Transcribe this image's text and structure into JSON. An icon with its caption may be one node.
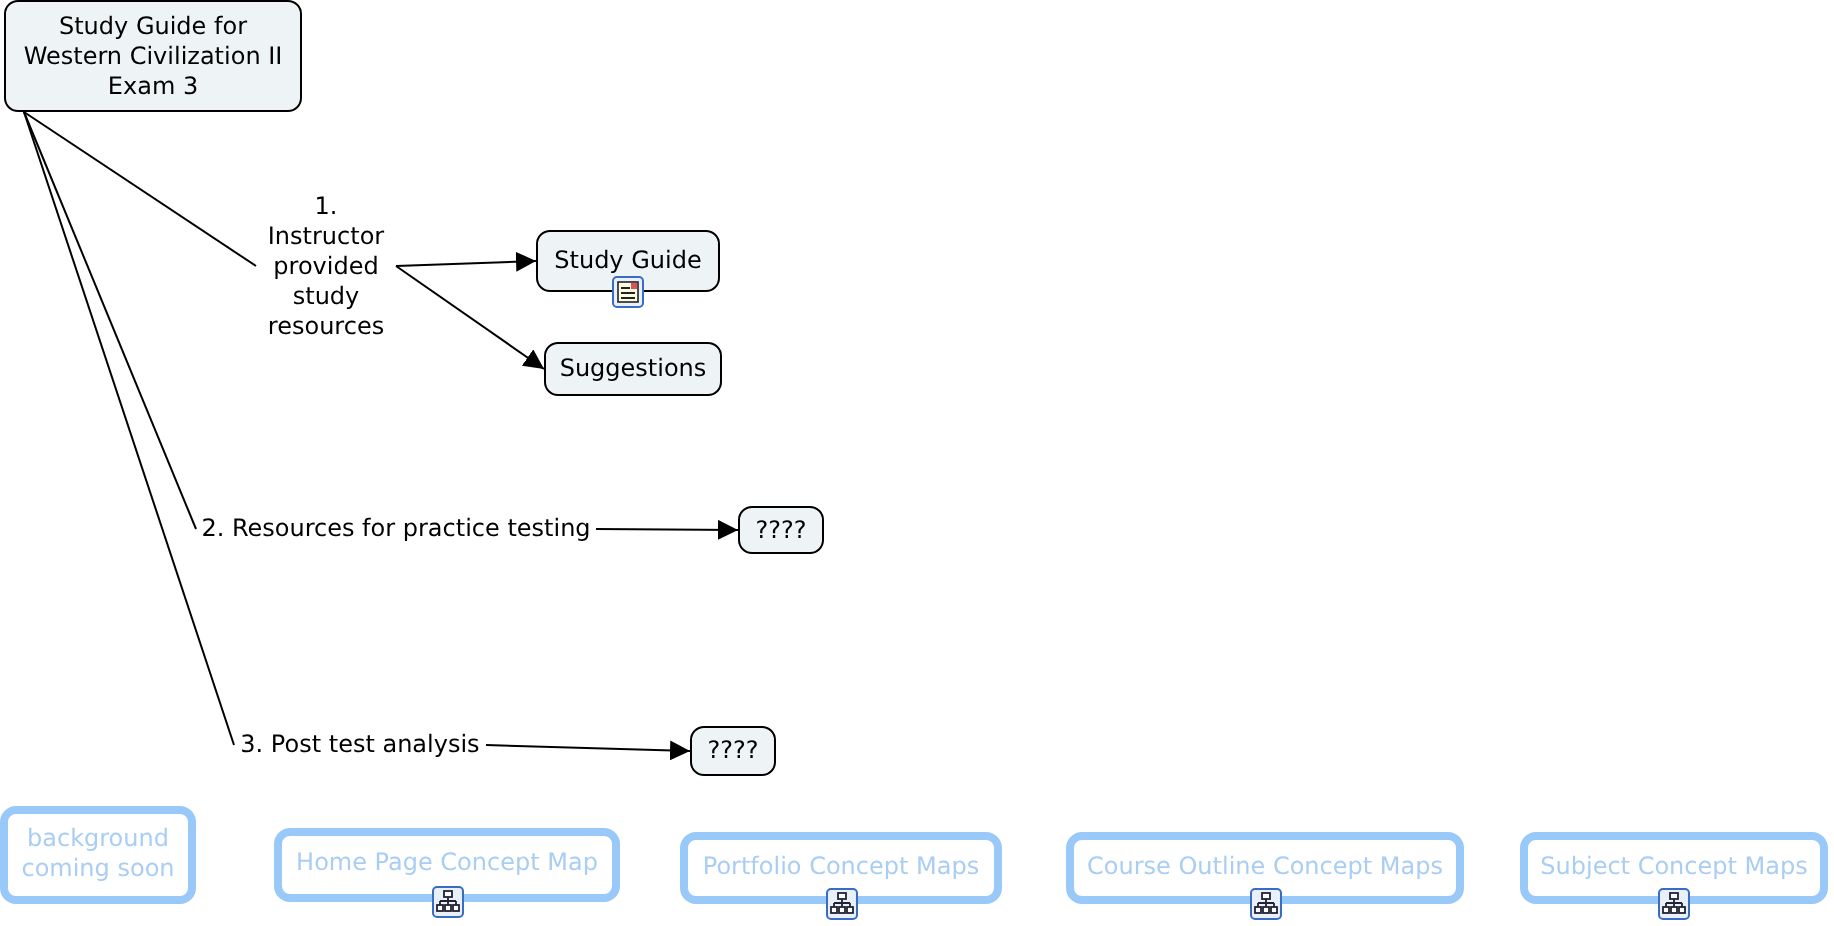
{
  "diagram": {
    "nodes": [
      {
        "text": [
          "Study Guide for Western Civilization II Exam 3"
        ]
      },
      {
        "text": [
          "1. Instructor provided study resources"
        ]
      },
      {
        "text": [
          "Study Guide"
        ]
      },
      {
        "text": [
          "Suggestions"
        ]
      },
      {
        "text": [
          "2. Resources for practice testing"
        ]
      },
      {
        "text": [
          "????"
        ]
      },
      {
        "text": [
          "3. Post test analysis"
        ]
      },
      {
        "text": [
          "????"
        ]
      },
      {
        "text": [
          "background coming soon"
        ]
      },
      {
        "text": [
          "Home Page Concept Map"
        ]
      },
      {
        "text": [
          "Portfolio Concept Maps"
        ]
      },
      {
        "text": [
          "Course Outline Concept Maps"
        ]
      },
      {
        "text": [
          "Subject Concept Maps"
        ]
      }
    ],
    "edges": [
      {
        "from": 0,
        "to": 1,
        "arrow": "none"
      },
      {
        "from": 1,
        "to": 2,
        "arrow": "to"
      },
      {
        "from": 1,
        "to": 3,
        "arrow": "to"
      },
      {
        "from": 0,
        "to": 4,
        "arrow": "none"
      },
      {
        "from": 4,
        "to": 5,
        "arrow": "to"
      },
      {
        "from": 0,
        "to": 6,
        "arrow": "none"
      },
      {
        "from": 6,
        "to": 7,
        "arrow": "to"
      }
    ]
  }
}
